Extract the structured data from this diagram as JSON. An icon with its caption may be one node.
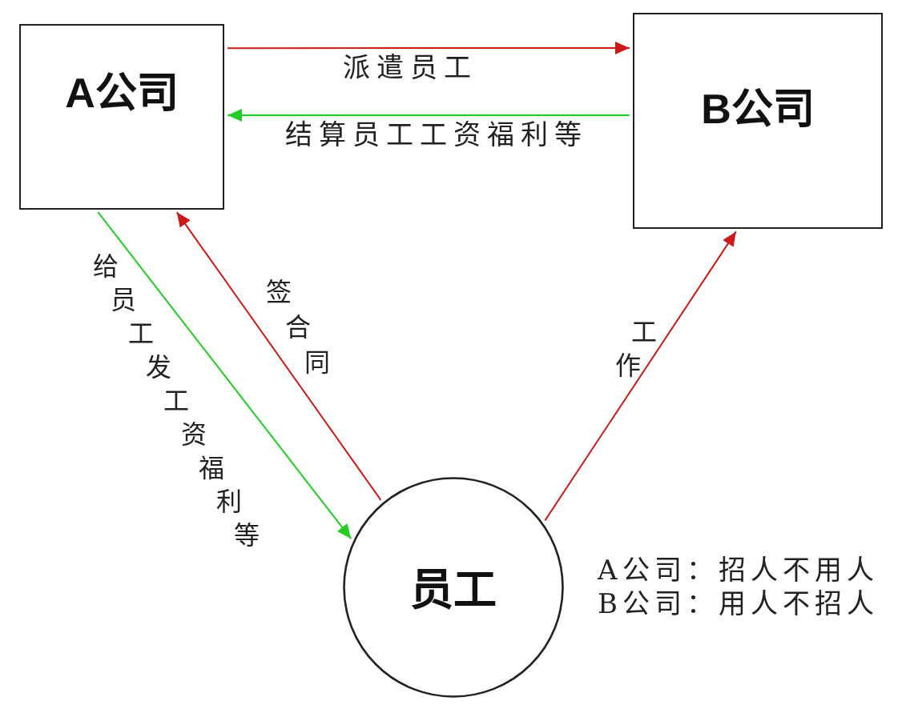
{
  "diagram": {
    "nodes": [
      {
        "text": [
          "A公司"
        ]
      },
      {
        "text": [
          "B公司"
        ]
      },
      {
        "text": [
          "员工"
        ]
      }
    ],
    "edges": [
      {
        "from": 0,
        "to": 1,
        "arrow": "to",
        "label": "派遣员工"
      },
      {
        "from": 1,
        "to": 0,
        "arrow": "to",
        "label": "结算员工工资福利等",
        "color": "#22cc22"
      },
      {
        "from": 0,
        "to": 2,
        "arrow": "to",
        "label": "给员工发工资福利等",
        "color": "#22cc22"
      },
      {
        "from": 2,
        "to": 0,
        "arrow": "to",
        "label": "签合同"
      },
      {
        "from": 2,
        "to": 1,
        "arrow": "to",
        "label": "工作"
      }
    ],
    "labels": [
      "A公司：招人不用人",
      "B公司：用人不招人"
    ]
  }
}
